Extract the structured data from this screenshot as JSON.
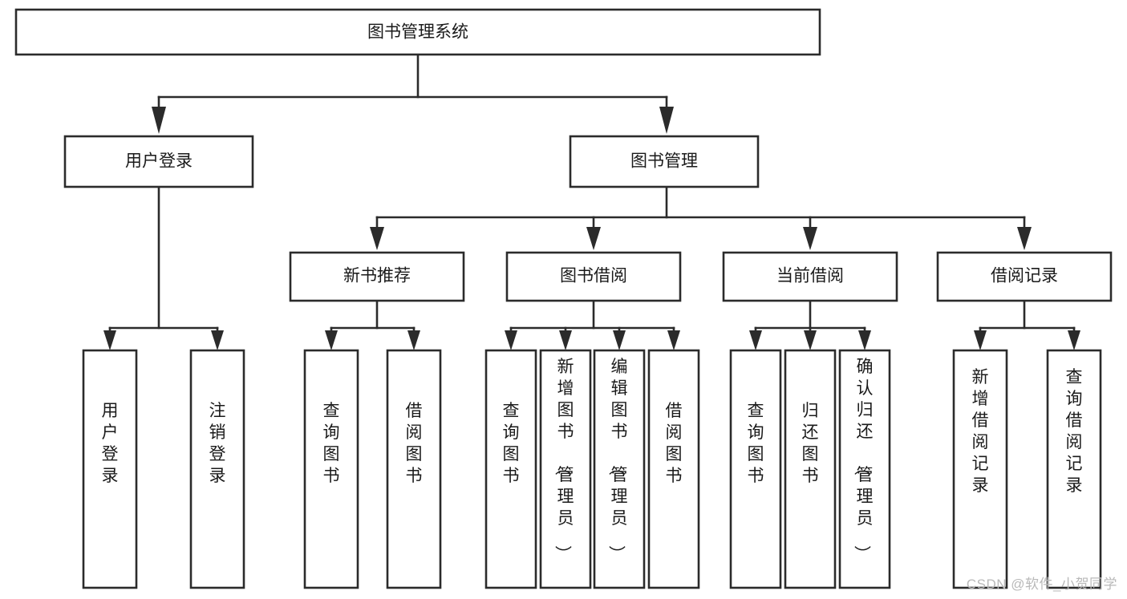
{
  "diagram": {
    "type": "tree-hierarchy",
    "title": "图书管理系统",
    "orientation": "top-down",
    "root": {
      "id": "root",
      "label": "图书管理系统"
    },
    "level2": [
      {
        "id": "user-login",
        "label": "用户登录"
      },
      {
        "id": "book-manage",
        "label": "图书管理"
      }
    ],
    "level3": [
      {
        "id": "new-book-rec",
        "label": "新书推荐",
        "parent": "book-manage"
      },
      {
        "id": "book-borrow",
        "label": "图书借阅",
        "parent": "book-manage"
      },
      {
        "id": "current-borrow",
        "label": "当前借阅",
        "parent": "book-manage"
      },
      {
        "id": "borrow-record",
        "label": "借阅记录",
        "parent": "book-manage"
      }
    ],
    "leaves": [
      {
        "id": "leaf-user-login",
        "label": "用户登录",
        "parent": "user-login"
      },
      {
        "id": "leaf-logout-login",
        "label": "注销登录",
        "parent": "user-login"
      },
      {
        "id": "leaf-query-book-1",
        "label": "查询图书",
        "parent": "new-book-rec"
      },
      {
        "id": "leaf-borrow-book-1",
        "label": "借阅图书",
        "parent": "new-book-rec"
      },
      {
        "id": "leaf-query-book-2",
        "label": "查询图书",
        "parent": "book-borrow"
      },
      {
        "id": "leaf-add-book",
        "label": "新增图书（管理员）",
        "parent": "book-borrow"
      },
      {
        "id": "leaf-edit-book",
        "label": "编辑图书（管理员）",
        "parent": "book-borrow"
      },
      {
        "id": "leaf-borrow-book-2",
        "label": "借阅图书",
        "parent": "book-borrow"
      },
      {
        "id": "leaf-query-book-3",
        "label": "查询图书",
        "parent": "current-borrow"
      },
      {
        "id": "leaf-return-book",
        "label": "归还图书",
        "parent": "current-borrow"
      },
      {
        "id": "leaf-confirm-return",
        "label": "确认归还（管理员）",
        "parent": "current-borrow"
      },
      {
        "id": "leaf-add-record",
        "label": "新增借阅记录",
        "parent": "borrow-record"
      },
      {
        "id": "leaf-query-record",
        "label": "查询借阅记录",
        "parent": "borrow-record"
      }
    ],
    "colors": {
      "box_stroke": "#2b2b2b",
      "box_fill": "#ffffff",
      "connector": "#2b2b2b",
      "text": "#1a1a1a",
      "background": "#ffffff",
      "watermark": "#b9b9b9"
    }
  },
  "watermark": {
    "text": "CSDN @软件_小贺同学"
  }
}
